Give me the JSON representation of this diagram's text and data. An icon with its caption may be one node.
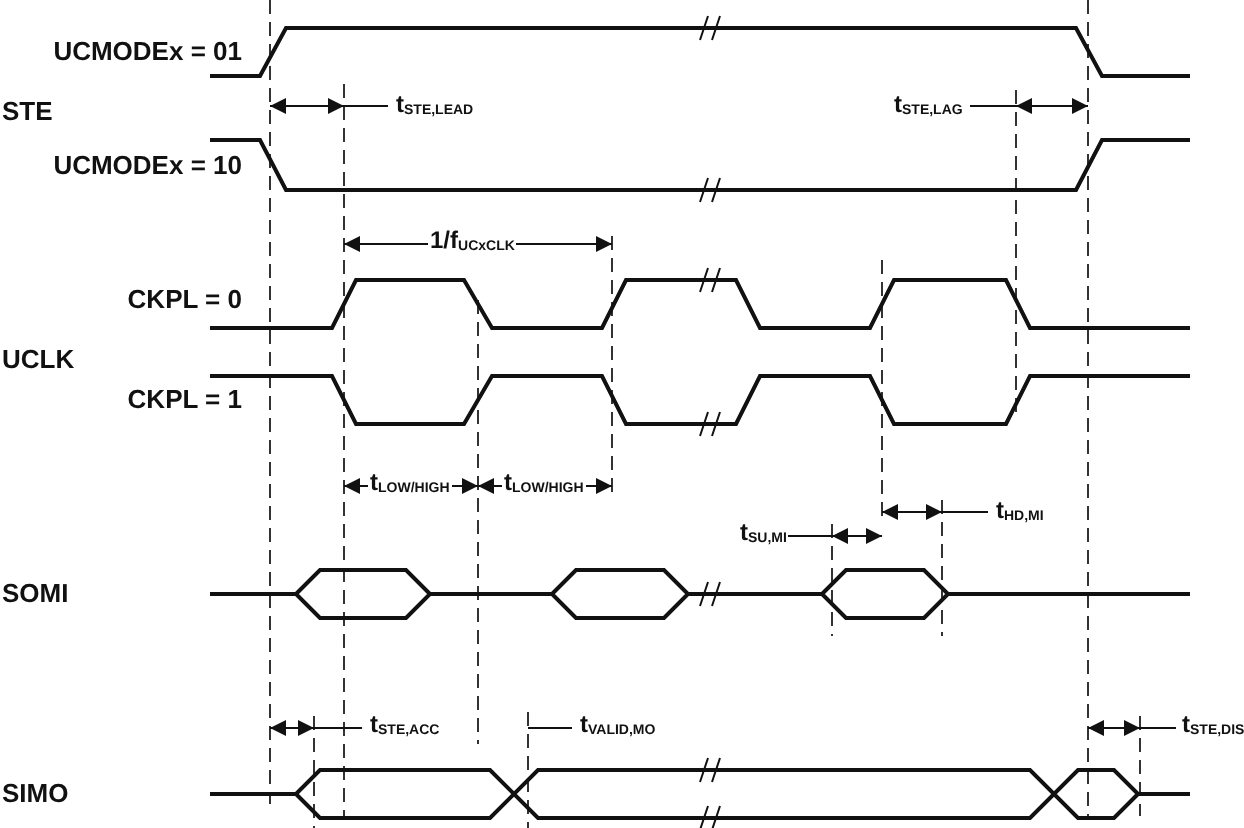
{
  "diagram": {
    "labels": [
      "UCMODEx = 01",
      "STE",
      "t$_{STE,LEAD}$",
      "t$_{STE,LAG}$",
      "UCMODEx = 10",
      "1/f$_{UCxCLK}$",
      "CKPL = 0",
      "UCLK",
      "CKPL = 1",
      "t$_{LOW/HIGH}$",
      "t$_{LOW/HIGH}$",
      "t$_{SU,MI}$",
      "t$_{HD,MI}$",
      "SOMI",
      "t$_{STE,ACC}$",
      "t$_{VALID,MO}$",
      "t$_{STE,DIS}$",
      "SIMO"
    ]
  }
}
